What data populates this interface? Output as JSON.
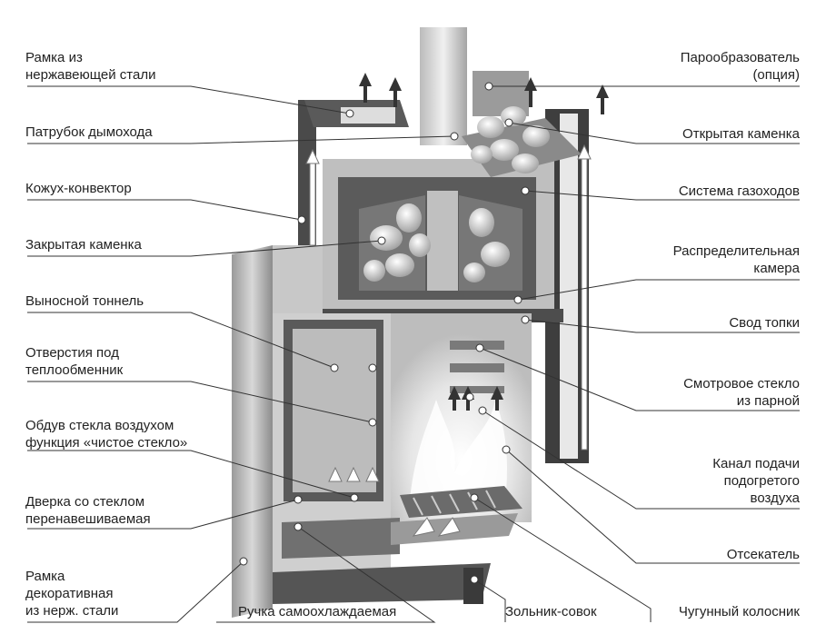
{
  "labels": {
    "frame_steel": [
      "Рамка из",
      "нержавеющей стали"
    ],
    "flue_pipe": [
      "Патрубок дымохода"
    ],
    "convector": [
      "Кожух-конвектор"
    ],
    "closed_heater": [
      "Закрытая каменка"
    ],
    "tunnel": [
      "Выносной тоннель"
    ],
    "heat_exchanger_holes": [
      "Отверстия под",
      "теплообменник"
    ],
    "clean_glass": [
      "Обдув стекла воздухом",
      "функция «чистое стекло»"
    ],
    "glass_door": [
      "Дверка со стеклом",
      "перенавешиваемая"
    ],
    "decor_frame": [
      "Рамка",
      "декоративная",
      "из нерж. стали"
    ],
    "handle": [
      "Ручка самоохлаждаемая"
    ],
    "ash_pan": [
      "Зольник-совок"
    ],
    "grate": [
      "Чугунный колосник"
    ],
    "steam_generator": [
      "Парообразователь",
      "(опция)"
    ],
    "open_heater": [
      "Открытая каменка"
    ],
    "flue_system": [
      "Система газоходов"
    ],
    "distribution_chamber": [
      "Распределительная",
      "камера"
    ],
    "furnace_arch": [
      "Свод топки"
    ],
    "viewing_glass": [
      "Смотровое стекло",
      "из парной"
    ],
    "air_channel": [
      "Канал подачи",
      "подогретого",
      "воздуха"
    ],
    "cutoff": [
      "Отсекатель"
    ]
  },
  "colors": {
    "steel_dark": "#3a3a3a",
    "steel_mid": "#8a8a8a",
    "steel_light": "#cfcfcf",
    "leader": "#333333"
  }
}
